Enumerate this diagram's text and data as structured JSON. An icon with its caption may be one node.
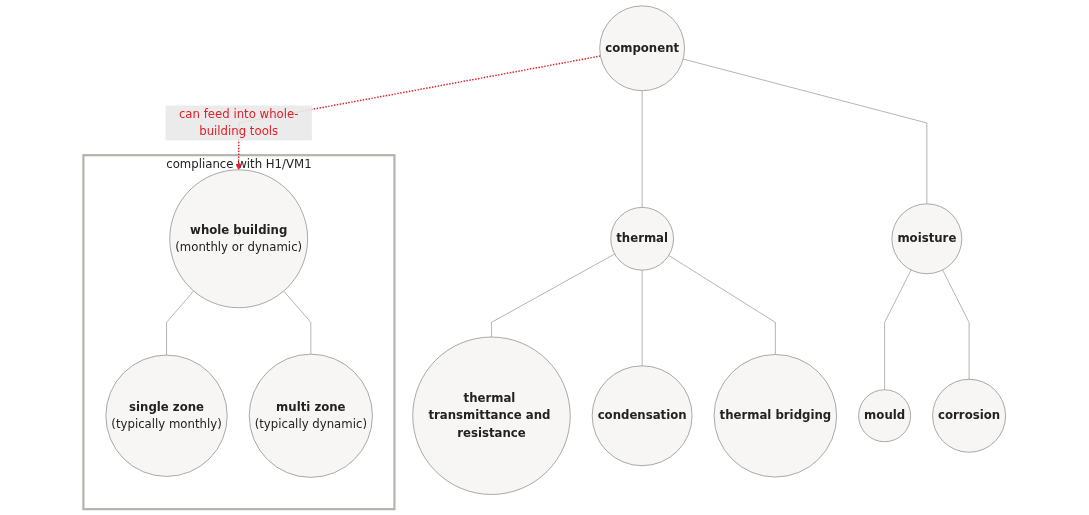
{
  "diagram": {
    "nodes": [
      {
        "text": [
          "compliance with H1/VM1"
        ]
      },
      {
        "text": [
          "whole building",
          "(monthly or dynamic)"
        ],
        "in": 0
      },
      {
        "text": [
          "single zone",
          "(typically monthly)"
        ],
        "in": 0
      },
      {
        "text": [
          "multi zone",
          "(typically dynamic)"
        ],
        "in": 0
      },
      {
        "text": [
          "component"
        ]
      },
      {
        "text": [
          "thermal"
        ]
      },
      {
        "text": [
          "moisture"
        ]
      },
      {
        "text": [
          "thermal transmittance and resistance"
        ]
      },
      {
        "text": [
          "condensation"
        ]
      },
      {
        "text": [
          "thermal bridging"
        ]
      },
      {
        "text": [
          "mould"
        ]
      },
      {
        "text": [
          "corrosion"
        ]
      }
    ],
    "edges": [
      {
        "from": 1,
        "to": 2,
        "arrow": "none"
      },
      {
        "from": 1,
        "to": 3,
        "arrow": "none"
      },
      {
        "from": 4,
        "to": 1,
        "arrow": "to",
        "label": "can feed into whole-building tools",
        "style": "dashed",
        "color": "#e0202a"
      },
      {
        "from": 4,
        "to": 5,
        "arrow": "none"
      },
      {
        "from": 4,
        "to": 6,
        "arrow": "none"
      },
      {
        "from": 5,
        "to": 7,
        "arrow": "none"
      },
      {
        "from": 5,
        "to": 8,
        "arrow": "none"
      },
      {
        "from": 5,
        "to": 9,
        "arrow": "none"
      },
      {
        "from": 6,
        "to": 10,
        "arrow": "none"
      },
      {
        "from": 6,
        "to": 11,
        "arrow": "none"
      }
    ]
  }
}
